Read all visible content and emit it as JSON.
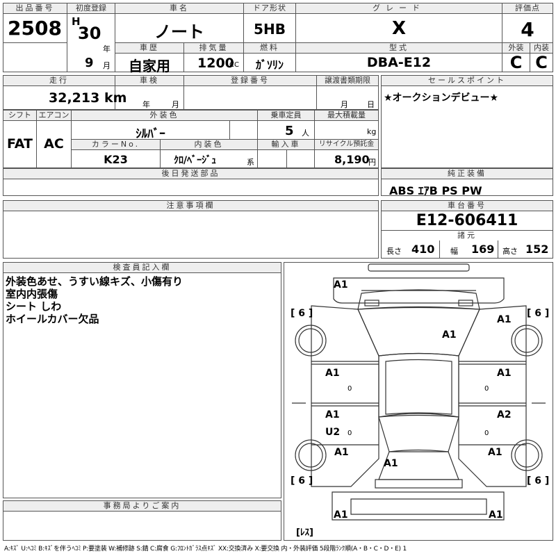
{
  "header": {
    "lot_no": {
      "label": "出品番号",
      "value": "2508"
    },
    "first_reg": {
      "label": "初度登録",
      "era": "H",
      "year": "30",
      "year_unit": "年",
      "month": "9",
      "month_unit": "月"
    },
    "car_name": {
      "label": "車名",
      "value": "ノート"
    },
    "door": {
      "label": "ドア形状",
      "value": "5HB"
    },
    "grade": {
      "label": "グレード",
      "value": "X"
    },
    "score": {
      "label": "評価点",
      "value": "4"
    },
    "history": {
      "label": "車歴",
      "value": "自家用"
    },
    "displacement": {
      "label": "排気量",
      "value": "1200",
      "unit": "CC"
    },
    "fuel": {
      "label": "燃料",
      "value": "ｶﾞｿﾘﾝ"
    },
    "model": {
      "label": "型式",
      "value": "DBA-E12"
    },
    "exterior": {
      "label": "外装",
      "value": "C"
    },
    "interior": {
      "label": "内装",
      "value": "C"
    }
  },
  "mileage": {
    "label": "走行",
    "value": "32,213",
    "unit": "km"
  },
  "inspection": {
    "label": "車検",
    "year_unit": "年",
    "month_unit": "月"
  },
  "registration": {
    "label": "登録番号"
  },
  "transfer": {
    "label": "譲渡書類期限",
    "month_unit": "月",
    "day_unit": "日"
  },
  "selling_point": {
    "label": "セールスポイント",
    "text": "★オークションデビュー★"
  },
  "shift": {
    "label": "シフト",
    "value": "FAT"
  },
  "aircon": {
    "label": "エアコン",
    "value": "AC"
  },
  "exterior_color": {
    "label": "外装色",
    "value": "ｼﾙﾊﾞｰ"
  },
  "capacity": {
    "label": "乗車定員",
    "value": "5",
    "unit": "人"
  },
  "max_load": {
    "label": "最大積載量",
    "unit": "kg"
  },
  "color_no": {
    "label": "カラーNo.",
    "value": "K23"
  },
  "interior_color": {
    "label": "内装色",
    "value": "ｸﾛ/ﾍﾞｰｼﾞｭ",
    "suffix": "系"
  },
  "import": {
    "label": "輸入車"
  },
  "recycle": {
    "label": "リサイクル預託金",
    "value": "8,190",
    "unit": "円"
  },
  "later_parts": {
    "label": "後日発送部品"
  },
  "genuine_equipment": {
    "label": "純正装備",
    "value": "ABS ｴｱB PS PW"
  },
  "caution": {
    "label": "注意事項欄"
  },
  "chassis": {
    "label": "車台番号",
    "value": "E12-606411"
  },
  "specs": {
    "label": "諸元",
    "length_label": "長さ",
    "length": "410",
    "width_label": "幅",
    "width": "169",
    "height_label": "高さ",
    "height": "152"
  },
  "inspector": {
    "label": "検査員記入欄",
    "notes": [
      "外装色あせ、うすい線キズ、小傷有り",
      "室内内張傷",
      "シート しわ",
      "ホイールカバー欠品"
    ]
  },
  "office": {
    "label": "事務局よりご案内"
  },
  "diagram": {
    "tires": {
      "front_left": "[ 6 ]",
      "front_right": "[ 6 ]",
      "rear_left": "[ 6 ]",
      "rear_right": "[ 6 ]"
    },
    "marks": {
      "front_bumper_left": "A1",
      "front_right_fender": "A1",
      "hood": "A1",
      "front_left_door": "A1",
      "front_left_door_sub": "0",
      "front_right_door": "A1",
      "front_right_door_sub": "0",
      "rear_left_door": "A1",
      "rear_left_door_sub": "U2",
      "rear_left_door_zero": "0",
      "rear_right_door": "A2",
      "rear_right_door_sub": "0",
      "rear_left_fender": "A1",
      "rear_right_fender": "A1",
      "trunk": "A1",
      "rear_bumper_left": "A1",
      "rear_bumper_right": "A1"
    },
    "lens": "[ﾚｽ]"
  },
  "footer": "A:ｷｽﾞ U:ﾍｺﾐ B:ｷｽﾞを伴うﾍｺﾐ P:要塗装 W:補修跡 S:錆 C:腐食 G:ﾌﾛﾝﾄｶﾞﾗｽ点ｷｽﾞ XX:交換済み X:要交換 内・外装評価 5段階ﾗﾝｸ順(A・B・C・D・E) 1"
}
